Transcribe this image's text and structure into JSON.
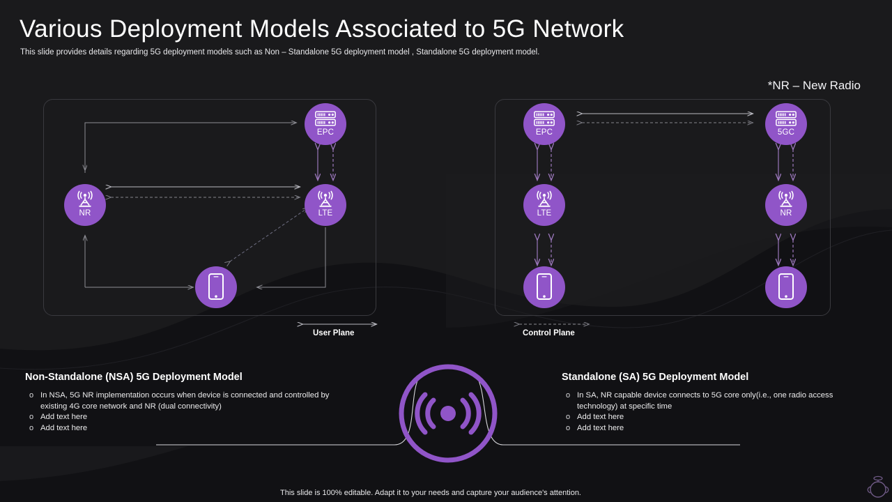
{
  "slide": {
    "title": "Various Deployment Models Associated to 5G Network",
    "subtitle": "This slide provides details regarding 5G deployment models such as Non – Standalone 5G deployment model , Standalone 5G deployment model.",
    "nr_note": "*NR – New Radio",
    "footer": "This slide is 100% editable. Adapt it to your needs and capture your audience's attention.",
    "accent_color": "#9055c8",
    "background_color": "#1a1a1c",
    "text_color": "#ffffff"
  },
  "left_diagram": {
    "plane_label": "User Plane",
    "nodes": [
      {
        "id": "epc",
        "label": "EPC",
        "icon": "server-icon"
      },
      {
        "id": "nr",
        "label": "NR",
        "icon": "antenna-icon"
      },
      {
        "id": "lte",
        "label": "LTE",
        "icon": "antenna-icon"
      },
      {
        "id": "phone",
        "label": "",
        "icon": "smartphone-icon"
      }
    ]
  },
  "right_diagram": {
    "plane_label": "Control Plane",
    "nodes": [
      {
        "id": "epc",
        "label": "EPC",
        "icon": "server-icon"
      },
      {
        "id": "5gc",
        "label": "5GC",
        "icon": "server-icon"
      },
      {
        "id": "lte",
        "label": "LTE",
        "icon": "antenna-icon"
      },
      {
        "id": "nr",
        "label": "NR",
        "icon": "antenna-icon"
      },
      {
        "id": "phone-l",
        "label": "",
        "icon": "smartphone-icon"
      },
      {
        "id": "phone-r",
        "label": "",
        "icon": "smartphone-icon"
      }
    ]
  },
  "sections": {
    "left": {
      "heading": "Non-Standalone (NSA) 5G Deployment Model",
      "bullets": [
        "In NSA, 5G NR implementation occurs when device is connected and controlled by existing 4G core network and NR (dual connectivity)",
        "Add text here",
        "Add text here"
      ]
    },
    "right": {
      "heading": "Standalone (SA) 5G Deployment Model",
      "bullets": [
        "In SA, NR capable device connects to 5G core only(i.e., one radio access technology) at specific time",
        "Add text here",
        "Add text here"
      ]
    }
  }
}
